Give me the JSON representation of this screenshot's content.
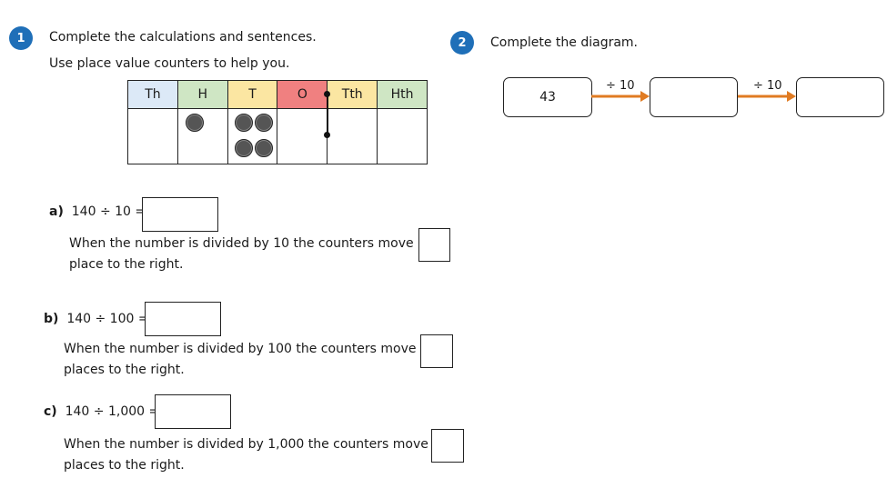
{
  "q1": {
    "number": "1",
    "instruction": "Complete the calculations and sentences.",
    "hint": "Use place value counters to help you.",
    "columns": [
      {
        "label": "Th",
        "color": "#dce9f7"
      },
      {
        "label": "H",
        "color": "#cfe6c4"
      },
      {
        "label": "T",
        "color": "#fbe6a2"
      },
      {
        "label": "O",
        "color": "#f08080"
      },
      {
        "label": "Tth",
        "color": "#fbe6a2"
      },
      {
        "label": "Hth",
        "color": "#cfe6c4"
      }
    ],
    "counters": {
      "H": 1,
      "T": 4
    },
    "parts": [
      {
        "letter": "a)",
        "calc": "140 ÷ 10 =",
        "sentence_start": "When the number is divided by 10 the counters move",
        "sentence_end": "place to the right."
      },
      {
        "letter": "b)",
        "calc": "140 ÷ 100 =",
        "sentence_start": "When the number is divided by 100 the counters move",
        "sentence_end": "places to the right."
      },
      {
        "letter": "c)",
        "calc": "140 ÷ 1,000 =",
        "sentence_start": "When the number is divided by 1,000 the counters move",
        "sentence_end": "places to the right."
      }
    ]
  },
  "q2": {
    "number": "2",
    "instruction": "Complete the diagram.",
    "start_value": "43",
    "operations": [
      "÷ 10",
      "÷ 10"
    ],
    "arrow_color": "#e07b22"
  },
  "colors": {
    "badge": "#1f6fb8"
  }
}
